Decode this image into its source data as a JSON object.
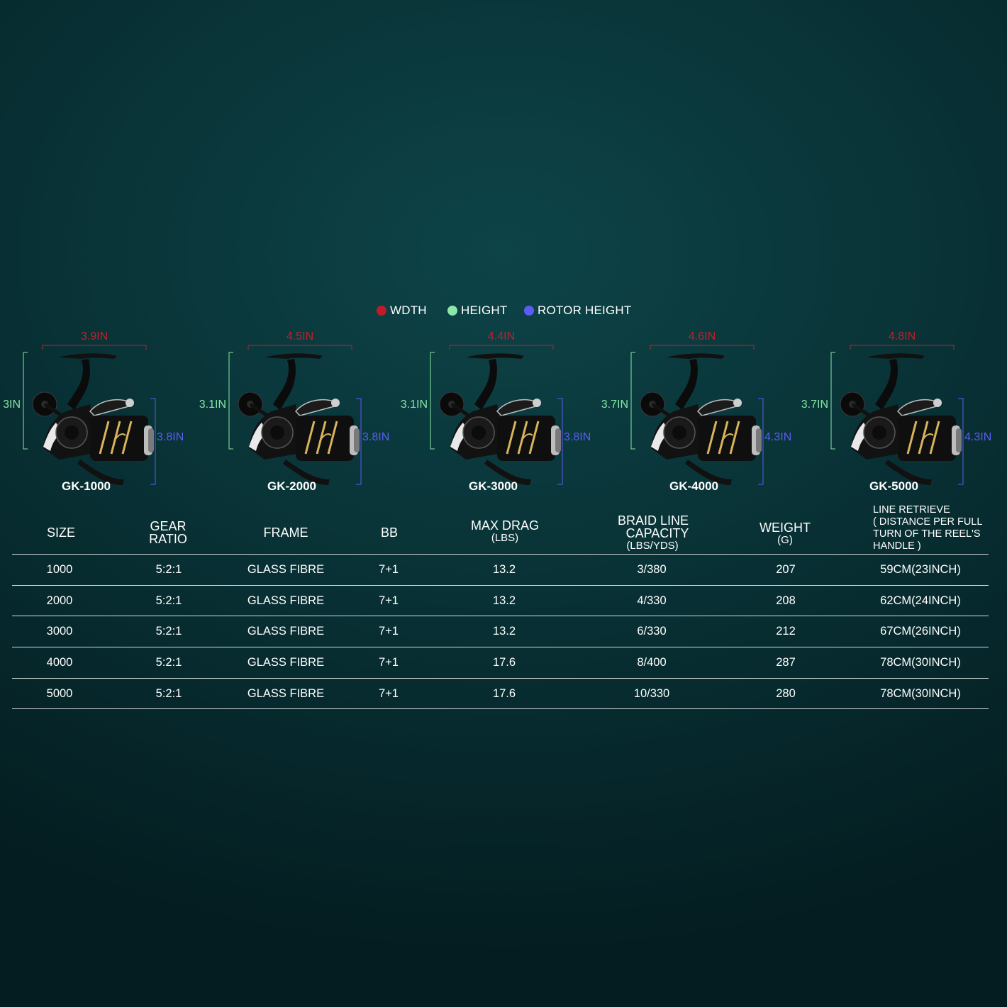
{
  "legend": [
    {
      "label": "WDTH",
      "color": "#c11a2a"
    },
    {
      "label": "HEIGHT",
      "color": "#8de6a7"
    },
    {
      "label": "ROTOR HEIGHT",
      "color": "#5b5cf2"
    }
  ],
  "colors": {
    "width": "#c0202a",
    "height": "#86e6a2",
    "rotor": "#5b5cf2",
    "gold": "#d8b45a"
  },
  "reels": [
    {
      "model": "GK-1000",
      "width": "3.9IN",
      "height": "3IN",
      "rotor_height": "3.8IN",
      "icon": "spinning-reel-icon"
    },
    {
      "model": "GK-2000",
      "width": "4.5IN",
      "height": "3.1IN",
      "rotor_height": "3.8IN",
      "icon": "spinning-reel-icon"
    },
    {
      "model": "GK-3000",
      "width": "4.4IN",
      "height": "3.1IN",
      "rotor_height": "3.8IN",
      "icon": "spinning-reel-icon"
    },
    {
      "model": "GK-4000",
      "width": "4.6IN",
      "height": "3.7IN",
      "rotor_height": "4.3IN",
      "icon": "spinning-reel-icon"
    },
    {
      "model": "GK-5000",
      "width": "4.8IN",
      "height": "3.7IN",
      "rotor_height": "4.3IN",
      "icon": "spinning-reel-icon"
    }
  ],
  "table": {
    "headers": {
      "size": "SIZE",
      "gear_ratio": [
        "GEAR",
        "RATIO"
      ],
      "frame": "FRAME",
      "bb": "BB",
      "max_drag": "MAX DRAG",
      "max_drag_unit": "(LBS)",
      "braid": [
        "BRAID LINE",
        "CAPACITY"
      ],
      "braid_unit": "(LBS/YDS)",
      "weight": "WEIGHT",
      "weight_unit": "(G)",
      "retrieve": [
        "LINE RETRIEVE",
        "( DISTANCE PER FULL",
        "TURN OF THE REEL'S",
        "HANDLE )"
      ]
    },
    "rows": [
      [
        "1000",
        "5:2:1",
        "GLASS FIBRE",
        "7+1",
        "13.2",
        "3/380",
        "207",
        "59CM(23INCH)"
      ],
      [
        "2000",
        "5:2:1",
        "GLASS FIBRE",
        "7+1",
        "13.2",
        "4/330",
        "208",
        "62CM(24INCH)"
      ],
      [
        "3000",
        "5:2:1",
        "GLASS FIBRE",
        "7+1",
        "13.2",
        "6/330",
        "212",
        "67CM(26INCH)"
      ],
      [
        "4000",
        "5:2:1",
        "GLASS FIBRE",
        "7+1",
        "17.6",
        "8/400",
        "287",
        "78CM(30INCH)"
      ],
      [
        "5000",
        "5:2:1",
        "GLASS FIBRE",
        "7+1",
        "17.6",
        "10/330",
        "280",
        "78CM(30INCH)"
      ]
    ]
  }
}
